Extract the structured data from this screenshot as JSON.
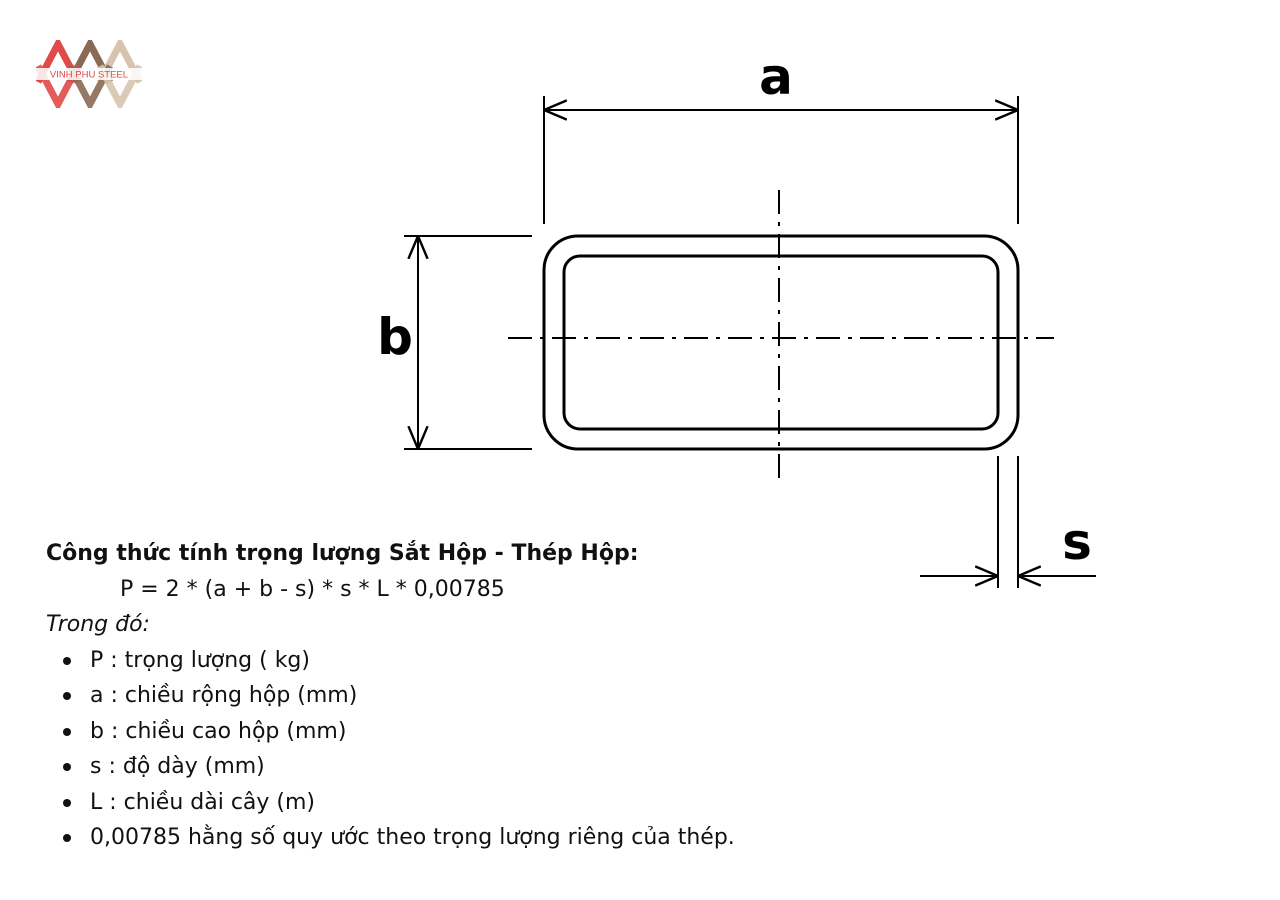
{
  "logo": {
    "text": "VINH PHU STEEL",
    "colors": {
      "red": "#e04a4a",
      "tan": "#c9b49a",
      "brown": "#8a6a55"
    }
  },
  "diagram": {
    "labels": {
      "a": "a",
      "b": "b",
      "s": "s"
    }
  },
  "formula": {
    "title": "Công thức tính trọng lượng Sắt Hộp - Thép Hộp:",
    "expression": "P = 2 * (a + b - s) * s * L * 0,00785",
    "where_label": "Trong đó:",
    "definitions": [
      "P : trọng lượng ( kg)",
      "a : chiều rộng hộp (mm)",
      "b : chiều cao hộp (mm)",
      "s : độ dày (mm)",
      "L : chiều dài cây (m)",
      "0,00785 hằng số quy ước theo trọng lượng riêng của thép."
    ]
  }
}
